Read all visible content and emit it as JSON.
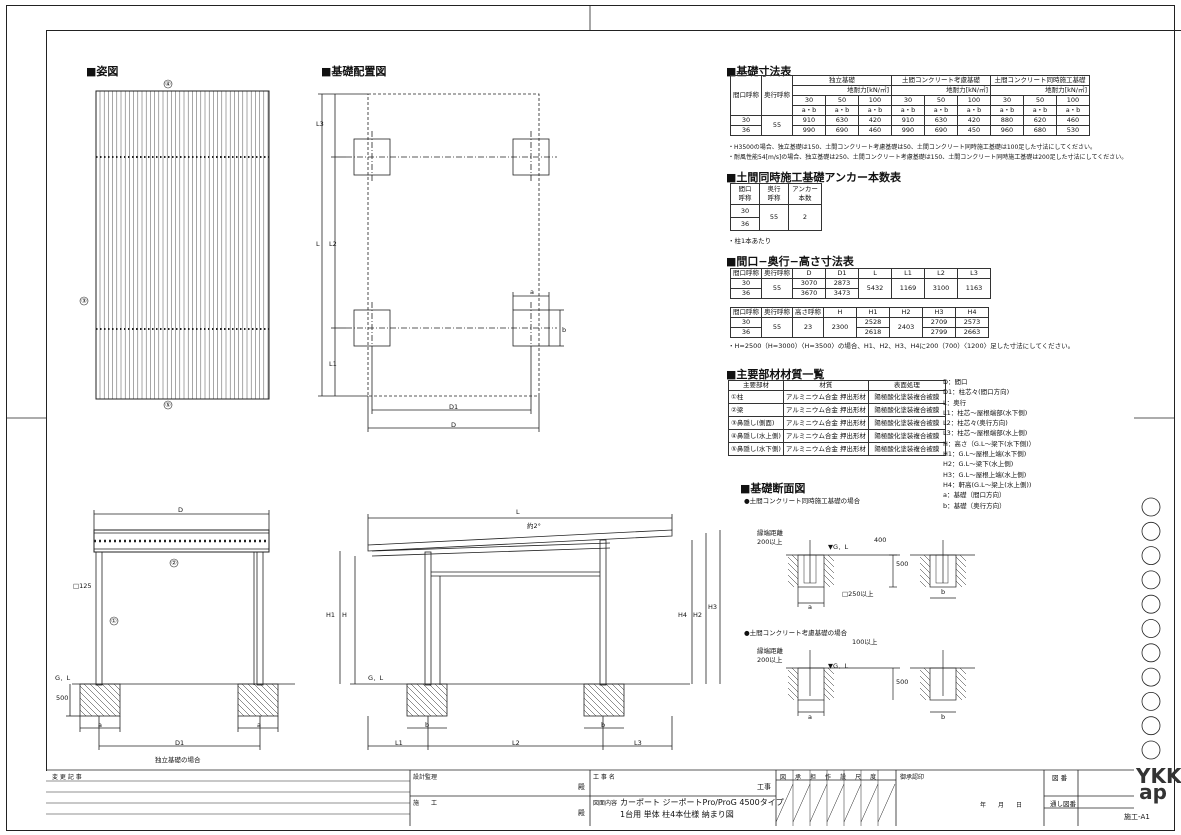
{
  "sections": {
    "figure": "■姿図",
    "foundation_layout": "■基礎配置図",
    "foundation_dims": "■基礎寸法表",
    "anchor_count": "■土間同時施工基礎アンカー本数表",
    "span_table": "■間口−奥行−高さ寸法表",
    "materials": "■主要部材材質一覧",
    "section_view": "■基礎断面図"
  },
  "foundation_table": {
    "h_maguchi": "間口呼称",
    "h_okuyuki": "奥行呼称",
    "h_dokuritsu": "独立基礎",
    "h_doma_koryo": "土間コンクリート考慮基礎",
    "h_doma_doji": "土間コンクリート同時施工基礎",
    "h_taiden": "地耐力[kN/㎡]",
    "loads": [
      "30",
      "50",
      "100"
    ],
    "ab": "a・b",
    "rows": [
      {
        "maguchi": "30",
        "okuyuki": "55",
        "vals": [
          "910",
          "630",
          "420",
          "910",
          "630",
          "420",
          "880",
          "620",
          "460"
        ]
      },
      {
        "maguchi": "36",
        "okuyuki": "",
        "vals": [
          "990",
          "690",
          "460",
          "990",
          "690",
          "450",
          "960",
          "680",
          "530"
        ]
      }
    ],
    "note1": "・H3500の場合、独立基礎は150、土間コンクリート考慮基礎は50、土間コンクリート同時施工基礎は100足した寸法にしてください。",
    "note2": "・耐風性能54[m/s]の場合、独立基礎は250、土間コンクリート考慮基礎は150、土間コンクリート同時施工基礎は200足した寸法にしてください。"
  },
  "anchor_table": {
    "h1": "間口",
    "h1b": "呼称",
    "h2": "奥行",
    "h2b": "呼称",
    "h3": "アンカー",
    "h3b": "本数",
    "m1": "30",
    "m2": "36",
    "okuyuki": "55",
    "count": "2",
    "note": "・柱1本あたり"
  },
  "span_table": {
    "headers1": [
      "間口呼称",
      "奥行呼称",
      "D",
      "D1",
      "L",
      "L1",
      "L2",
      "L3"
    ],
    "r1": {
      "maguchi": "30",
      "D": "3070",
      "D1": "2873"
    },
    "r2": {
      "maguchi": "36",
      "D": "3670",
      "D1": "3473"
    },
    "okuyuki": "55",
    "L": "5432",
    "L1": "1169",
    "L2": "3100",
    "L3": "1163",
    "headers2": [
      "間口呼称",
      "奥行呼称",
      "高さ呼称",
      "H",
      "H1",
      "H2",
      "H3",
      "H4"
    ],
    "s1": {
      "maguchi": "30",
      "H1": "2528",
      "H3": "2709",
      "H4": "2573"
    },
    "s2": {
      "maguchi": "36",
      "H1": "2618",
      "H3": "2799",
      "H4": "2663"
    },
    "takasa": "23",
    "H": "2300",
    "H2": "2403",
    "note": "・H=2500（H=3000）〈H=3500〉の場合、H1、H2、H3、H4に200（700）〈1200〉足した寸法にしてください。"
  },
  "materials": {
    "headers": [
      "主要部材",
      "材質",
      "表面処理"
    ],
    "rows": [
      {
        "part": "①柱",
        "mat": "アルミニウム合金 押出形材",
        "finish": "陽極酸化塗装複合被膜"
      },
      {
        "part": "②梁",
        "mat": "アルミニウム合金 押出形材",
        "finish": "陽極酸化塗装複合被膜"
      },
      {
        "part": "③鼻隠し(側面)",
        "mat": "アルミニウム合金 押出形材",
        "finish": "陽極酸化塗装複合被膜"
      },
      {
        "part": "④鼻隠し(水上側)",
        "mat": "アルミニウム合金 押出形材",
        "finish": "陽極酸化塗装複合被膜"
      },
      {
        "part": "⑤鼻隠し(水下側)",
        "mat": "アルミニウム合金 押出形材",
        "finish": "陽極酸化塗装複合被膜"
      }
    ]
  },
  "legend": [
    "D：間口",
    "D1：柱芯々(間口方向)",
    "L：奥行",
    "L1：柱芯〜屋根端部(水下側)",
    "L2：柱芯々(奥行方向)",
    "L3：柱芯〜屋根端部(水上側)",
    "H：高さ（G.L〜梁下(水下側)）",
    "H1：G.L〜屋根上端(水下側)",
    "H2：G.L〜梁下(水上側)",
    "H3：G.L〜屋根上端(水上側)",
    "H4：軒高(G.L〜梁上(水上側))",
    "a：基礎（間口方向）",
    "b：基礎（奥行方向）"
  ],
  "section_view": {
    "case1": "●土間コンクリート同時施工基礎の場合",
    "case2": "●土間コンクリート考慮基礎の場合",
    "edge": "縁端距離",
    "edge200": "200以上",
    "gl": "▼G．L",
    "d400": "400",
    "d500": "500",
    "d100": "100以上",
    "sq250": "□250以上",
    "a": "a",
    "b": "b"
  },
  "drawing_labels": {
    "c1": "①",
    "c2": "②",
    "c3": "③",
    "c4": "④",
    "c5": "⑤",
    "a": "a",
    "b": "b",
    "D": "D",
    "D1": "D1",
    "L": "L",
    "L1": "L1",
    "L2": "L2",
    "L3": "L3",
    "H": "H",
    "H1": "H1",
    "H2": "H2",
    "H3": "H3",
    "H4": "H4",
    "gl": "G．L",
    "d500": "500",
    "sq125": "□125",
    "slope": "約2°",
    "case": "独立基礎の場合"
  },
  "title_block": {
    "revision": "変 更 記 事",
    "design": "設計監理",
    "construction": "施　　工",
    "dono1": "殿",
    "dono2": "殿",
    "project_label": "工 事 名",
    "koji": "工事",
    "drawing_label": "図面内容",
    "title1": "カーポート ジーポートPro/ProG 4500タイプ",
    "title2": "1台用 単体 柱4本仕様 納まり図",
    "approvals": [
      "図",
      "承",
      "担",
      "作",
      "設",
      "尺",
      "度"
    ],
    "tsuikaban": "御承認印",
    "date": "年　　月　　日",
    "number_label": "図 番",
    "tsukiban_label": "通し図番",
    "sheet": "施工-A1",
    "logo": "YKK ap"
  }
}
